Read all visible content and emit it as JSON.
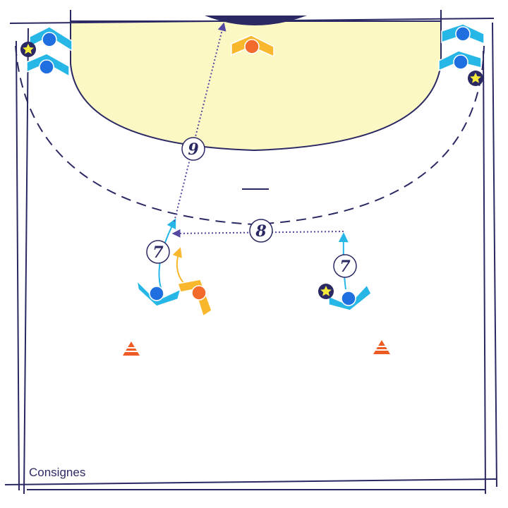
{
  "caption": "Consignes",
  "colors": {
    "line": "#2b2963",
    "zone_fill": "#fbf8c4",
    "attacker": "#27b7e6",
    "attacker_dot": "#1f6fe0",
    "defender": "#f9b72e",
    "defender_dot": "#f26a2c",
    "cone": "#ee5a24",
    "ball": "#f5e93a",
    "pass": "#5548a3"
  },
  "steps": {
    "left_cut": "7",
    "right_cut": "7",
    "pass": "8",
    "shot": "9"
  },
  "icons": {
    "attacker": "attacker-chevron-icon",
    "defender": "defender-chevron-icon",
    "ball": "ball-star-icon",
    "cone": "cone-icon"
  }
}
